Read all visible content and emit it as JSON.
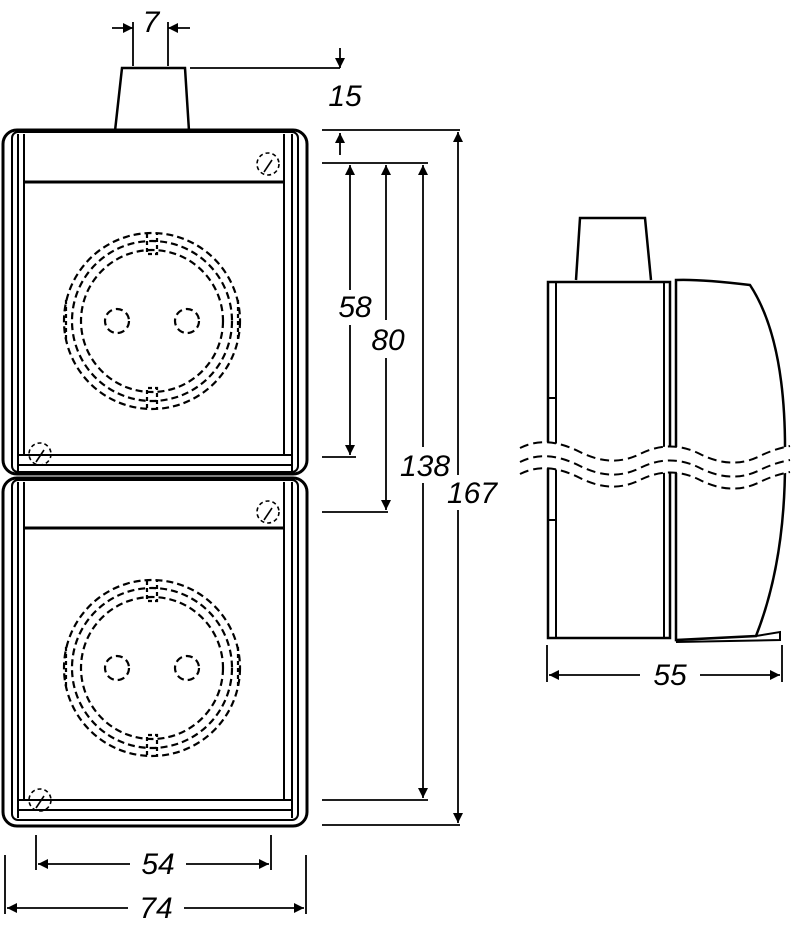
{
  "diagram": {
    "dimensions": {
      "plug_width": "7",
      "plug_height": "15",
      "inner_socket_height": "58",
      "socket_pitch": "80",
      "inner_total_height": "138",
      "total_height": "167",
      "inner_width": "54",
      "total_width": "74",
      "depth": "55"
    },
    "line_color": "#000000",
    "background_color": "#ffffff"
  }
}
